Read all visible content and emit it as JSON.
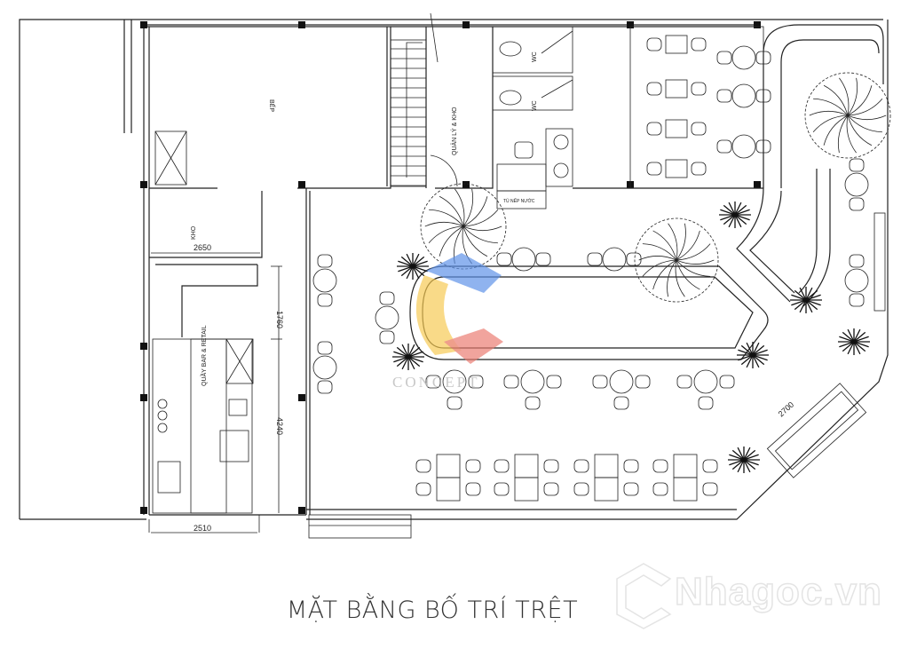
{
  "title": "MẶT BẰNG BỐ TRÍ TRỆT",
  "rooms": {
    "kitchen": "BẾP",
    "manager": "QUẢN LÝ & KHO",
    "wc1": "WC",
    "wc2": "WC",
    "cabinet": "TỦ NẾP NƯỚC",
    "storage": "KHO",
    "bar": "QUẦY BAR & RETAIL"
  },
  "dimensions": {
    "kho_width": "2650",
    "bar_gap": "1760",
    "bar_length": "4240",
    "bar_width": "2510",
    "bench": "2700"
  },
  "watermarks": {
    "center_logo": "CONCEPT",
    "corner": "Nhagoc.vn"
  },
  "colors": {
    "logo_blue": "#5b8fe8",
    "logo_yellow": "#f6c950",
    "logo_red": "#ea7a70"
  }
}
